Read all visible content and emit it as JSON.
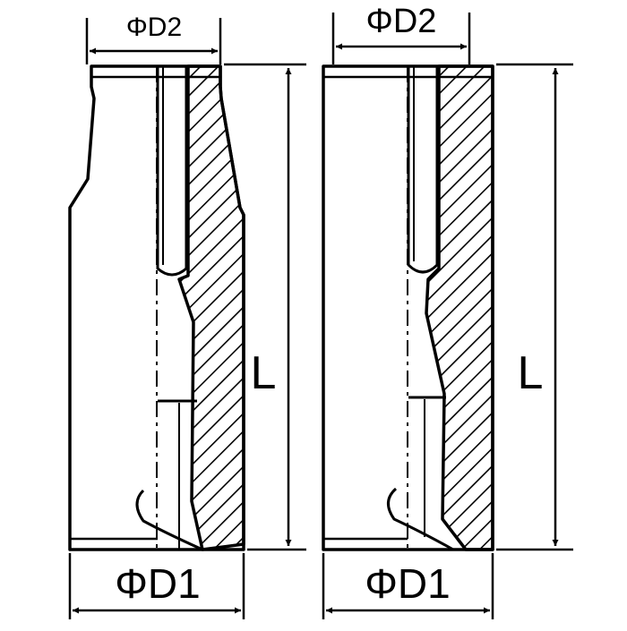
{
  "colors": {
    "ink": "#000000",
    "paper": "#ffffff"
  },
  "left_socket": {
    "dim_top": "ΦD2",
    "dim_bottom": "ΦD1",
    "dim_length": "L"
  },
  "right_socket": {
    "dim_top": "ΦD2",
    "dim_bottom": "ΦD1",
    "dim_length": "L"
  }
}
